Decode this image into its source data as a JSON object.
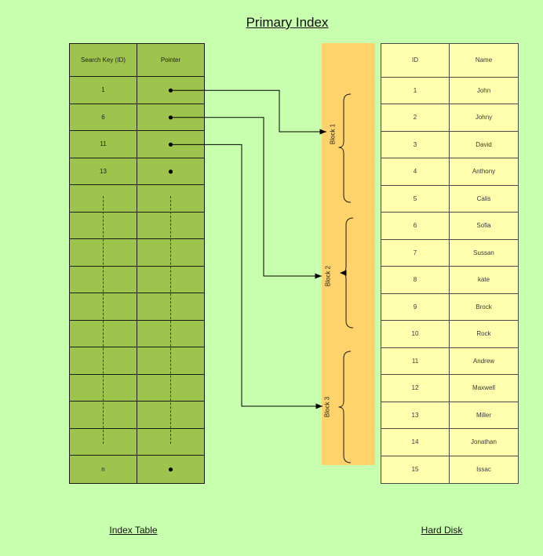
{
  "title": "Primary Index",
  "colors": {
    "background": "#c8ffae",
    "index_table_fill": "#9fc44e",
    "blocks_band_fill": "#ffd36b",
    "disk_table_fill": "#ffffad"
  },
  "index_table": {
    "caption": "Index Table",
    "headers": [
      "Search Key (ID)",
      "Pointer"
    ],
    "rows": [
      {
        "key": "1",
        "pointer": true
      },
      {
        "key": "6",
        "pointer": true
      },
      {
        "key": "11",
        "pointer": true
      },
      {
        "key": "13",
        "pointer": true
      },
      {
        "key": "",
        "pointer": false
      },
      {
        "key": "",
        "pointer": false
      },
      {
        "key": "",
        "pointer": false
      },
      {
        "key": "",
        "pointer": false
      },
      {
        "key": "",
        "pointer": false
      },
      {
        "key": "",
        "pointer": false
      },
      {
        "key": "",
        "pointer": false
      },
      {
        "key": "",
        "pointer": false
      },
      {
        "key": "",
        "pointer": false
      },
      {
        "key": "",
        "pointer": false
      },
      {
        "key": "n",
        "pointer": true
      }
    ]
  },
  "blocks": [
    {
      "label": "Block 1"
    },
    {
      "label": "Block 2"
    },
    {
      "label": "Block 3"
    }
  ],
  "hard_disk": {
    "caption": "Hard Disk",
    "headers": [
      "ID",
      "Name"
    ],
    "rows": [
      {
        "id": "1",
        "name": "John"
      },
      {
        "id": "2",
        "name": "Johny"
      },
      {
        "id": "3",
        "name": "David"
      },
      {
        "id": "4",
        "name": "Anthony"
      },
      {
        "id": "5",
        "name": "Calis"
      },
      {
        "id": "6",
        "name": "Sofia"
      },
      {
        "id": "7",
        "name": "Sussan"
      },
      {
        "id": "8",
        "name": "kate"
      },
      {
        "id": "9",
        "name": "Brock"
      },
      {
        "id": "10",
        "name": "Rock"
      },
      {
        "id": "11",
        "name": "Andrew"
      },
      {
        "id": "12",
        "name": "Maxwell"
      },
      {
        "id": "13",
        "name": "Miller"
      },
      {
        "id": "14",
        "name": "Jonathan"
      },
      {
        "id": "15",
        "name": "Issac"
      }
    ]
  }
}
